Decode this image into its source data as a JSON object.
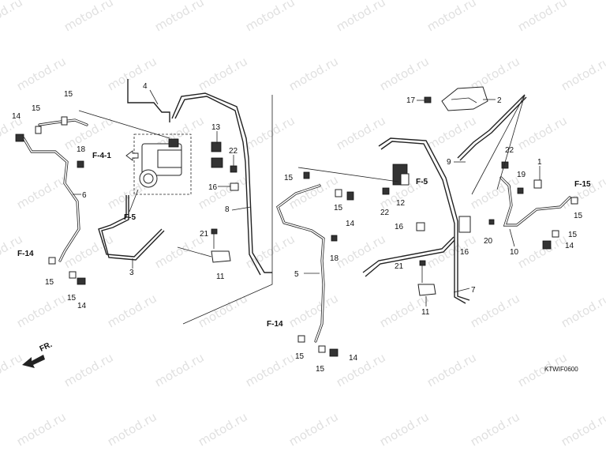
{
  "watermark": "motod.ru",
  "diagram_code": "KTWIF0600",
  "direction_label": "FR.",
  "callouts": {
    "c1": "1",
    "c2": "2",
    "c3": "3",
    "c4": "4",
    "c5": "5",
    "c6": "6",
    "c7": "7",
    "c8": "8",
    "c9": "9",
    "c10": "10",
    "c11a": "11",
    "c11b": "11",
    "c12": "12",
    "c13": "13",
    "c14a": "14",
    "c14b": "14",
    "c14c": "14",
    "c14d": "14",
    "c14e": "14",
    "c15a": "15",
    "c15b": "15",
    "c15c": "15",
    "c15d": "15",
    "c15e": "15",
    "c15f": "15",
    "c15g": "15",
    "c15h": "15",
    "c15i": "15",
    "c16a": "16",
    "c16b": "16",
    "c16c": "16",
    "c17": "17",
    "c18a": "18",
    "c18b": "18",
    "c19": "19",
    "c20": "20",
    "c21a": "21",
    "c21b": "21",
    "c22a": "22",
    "c22b": "22",
    "c22c": "22"
  },
  "refs": {
    "f41": "F-4-1",
    "f5a": "F-5",
    "f5b": "F-5",
    "f14a": "F-14",
    "f14b": "F-14",
    "f15": "F-15"
  },
  "colors": {
    "ink": "#222222",
    "watermark": "#c8c8c8"
  }
}
